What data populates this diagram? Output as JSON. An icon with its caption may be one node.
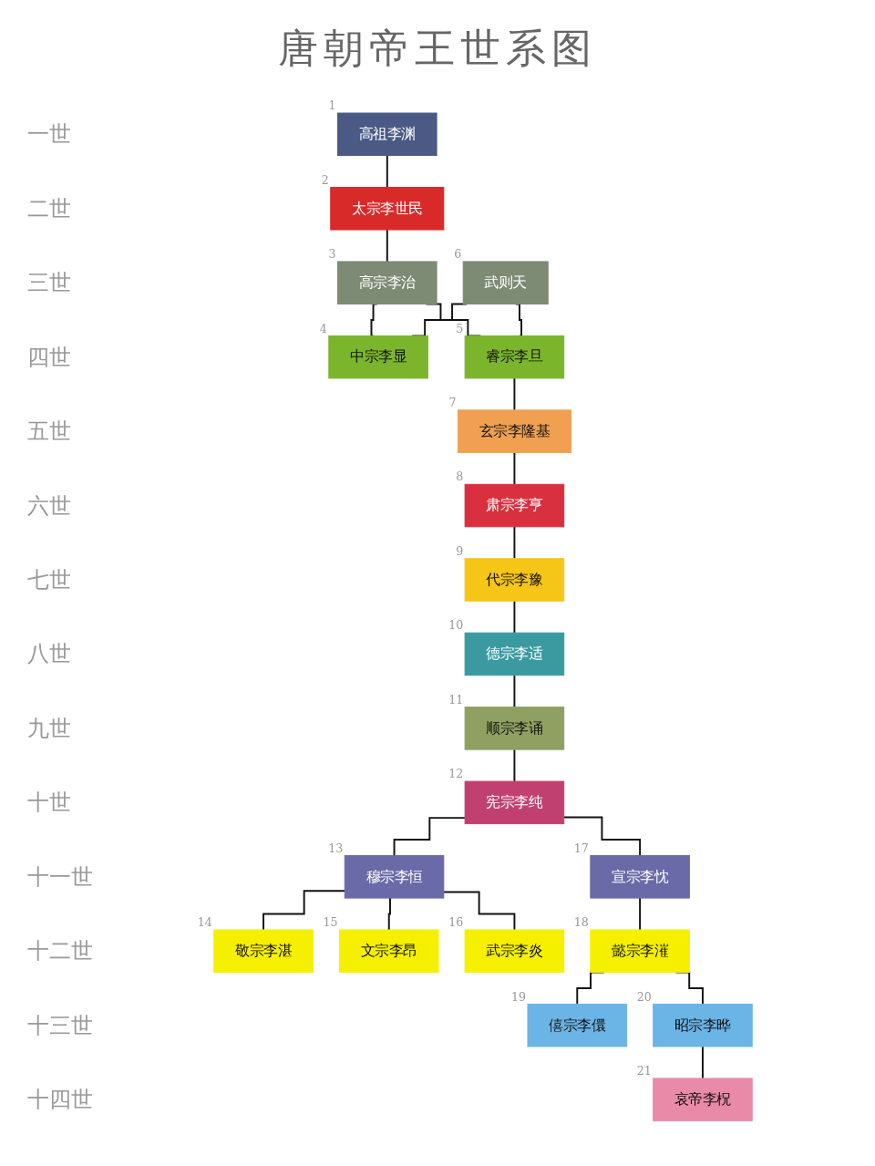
{
  "diagram": {
    "title": "唐朝帝王世系图",
    "nodes": [
      {
        "text": [
          "高祖李渊"
        ],
        "beside": [
          "1"
        ]
      },
      {
        "text": [
          "太宗李世民"
        ],
        "beside": [
          "2"
        ]
      },
      {
        "text": [
          "高宗李治"
        ],
        "beside": [
          "3"
        ]
      },
      {
        "text": [
          "武则天"
        ],
        "beside": [
          "6"
        ]
      },
      {
        "text": [
          "中宗李显"
        ],
        "beside": [
          "4"
        ]
      },
      {
        "text": [
          "睿宗李旦"
        ],
        "beside": [
          "5"
        ]
      },
      {
        "text": [
          "玄宗李隆基"
        ],
        "beside": [
          "7"
        ]
      },
      {
        "text": [
          "肃宗李亨"
        ],
        "beside": [
          "8"
        ]
      },
      {
        "text": [
          "代宗李豫"
        ],
        "beside": [
          "9"
        ]
      },
      {
        "text": [
          "德宗李适"
        ],
        "beside": [
          "10"
        ]
      },
      {
        "text": [
          "顺宗李诵"
        ],
        "beside": [
          "11"
        ]
      },
      {
        "text": [
          "宪宗李纯"
        ],
        "beside": [
          "12"
        ]
      },
      {
        "text": [
          "穆宗李恒"
        ],
        "beside": [
          "13"
        ]
      },
      {
        "text": [
          "宣宗李忱"
        ],
        "beside": [
          "17"
        ]
      },
      {
        "text": [
          "敬宗李湛"
        ],
        "beside": [
          "14"
        ]
      },
      {
        "text": [
          "文宗李昂"
        ],
        "beside": [
          "15"
        ]
      },
      {
        "text": [
          "武宗李炎"
        ],
        "beside": [
          "16"
        ]
      },
      {
        "text": [
          "懿宗李漼"
        ],
        "beside": [
          "18"
        ]
      },
      {
        "text": [
          "僖宗李儇"
        ],
        "beside": [
          "19"
        ]
      },
      {
        "text": [
          "昭宗李晔"
        ],
        "beside": [
          "20"
        ]
      },
      {
        "text": [
          "哀帝李柷"
        ],
        "beside": [
          "21"
        ]
      }
    ],
    "edges": [
      {
        "from": 0,
        "to": 1,
        "arrow": "none"
      },
      {
        "from": 1,
        "to": 2,
        "arrow": "none"
      },
      {
        "from": 2,
        "to": 4,
        "arrow": "none"
      },
      {
        "from": 2,
        "to": 5,
        "arrow": "none"
      },
      {
        "from": 3,
        "to": 4,
        "arrow": "none"
      },
      {
        "from": 3,
        "to": 5,
        "arrow": "none"
      },
      {
        "from": 5,
        "to": 6,
        "arrow": "none"
      },
      {
        "from": 6,
        "to": 7,
        "arrow": "none"
      },
      {
        "from": 7,
        "to": 8,
        "arrow": "none"
      },
      {
        "from": 8,
        "to": 9,
        "arrow": "none"
      },
      {
        "from": 9,
        "to": 10,
        "arrow": "none"
      },
      {
        "from": 10,
        "to": 11,
        "arrow": "none"
      },
      {
        "from": 11,
        "to": 12,
        "arrow": "none"
      },
      {
        "from": 11,
        "to": 13,
        "arrow": "none"
      },
      {
        "from": 12,
        "to": 14,
        "arrow": "none"
      },
      {
        "from": 12,
        "to": 15,
        "arrow": "none"
      },
      {
        "from": 12,
        "to": 16,
        "arrow": "none"
      },
      {
        "from": 13,
        "to": 17,
        "arrow": "none"
      },
      {
        "from": 17,
        "to": 18,
        "arrow": "none"
      },
      {
        "from": 17,
        "to": 19,
        "arrow": "none"
      },
      {
        "from": 19,
        "to": 20,
        "arrow": "none"
      }
    ],
    "labels": [
      "一世",
      "二世",
      "三世",
      "四世",
      "五世",
      "六世",
      "七世",
      "八世",
      "九世",
      "十世",
      "十一世",
      "十二世",
      "十三世",
      "十四世"
    ]
  }
}
